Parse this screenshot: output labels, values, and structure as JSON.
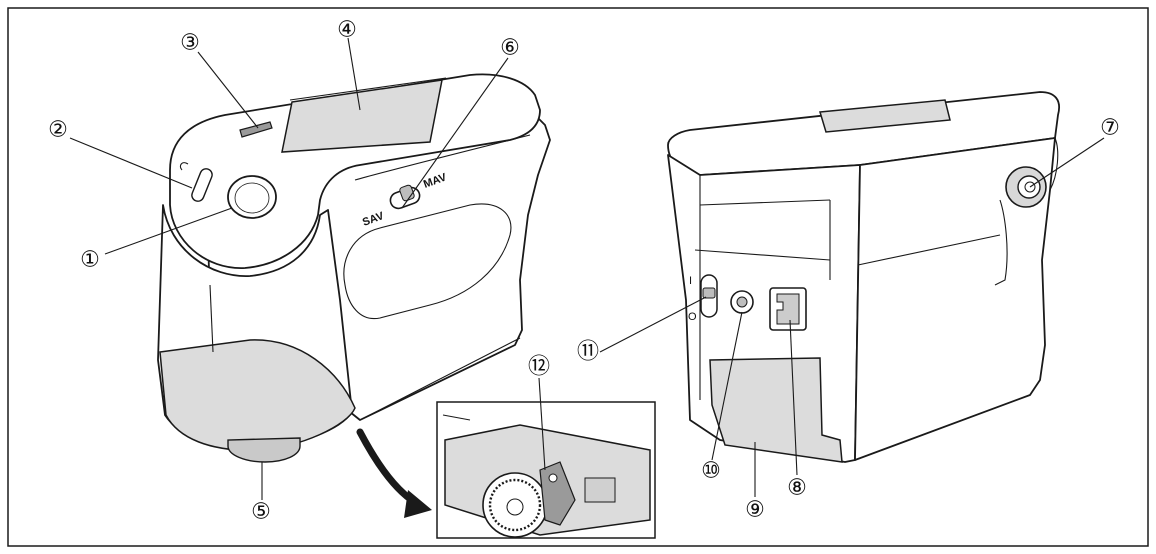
{
  "callouts": [
    {
      "id": "1",
      "label": "①"
    },
    {
      "id": "2",
      "label": "②"
    },
    {
      "id": "3",
      "label": "③"
    },
    {
      "id": "4",
      "label": "④"
    },
    {
      "id": "5",
      "label": "⑤"
    },
    {
      "id": "6",
      "label": "⑥"
    },
    {
      "id": "7",
      "label": "⑦"
    },
    {
      "id": "8",
      "label": "⑧"
    },
    {
      "id": "9",
      "label": "⑨"
    },
    {
      "id": "10",
      "label": "⑩"
    },
    {
      "id": "11",
      "label": "⑪"
    },
    {
      "id": "12",
      "label": "⑫"
    }
  ],
  "switch_labels": {
    "left": "SAV",
    "right": "MAV"
  },
  "power_marks": {
    "on": "I",
    "off": "O"
  }
}
